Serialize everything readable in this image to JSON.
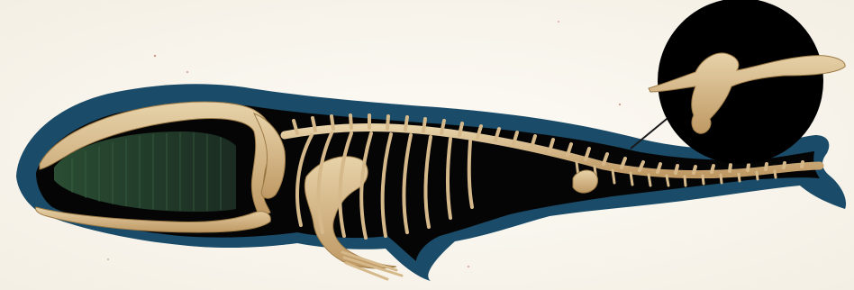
{
  "image": {
    "subject": "whale-skeleton-illustration",
    "colors": {
      "paper": "#fbf9f3",
      "body_outer": "#1a4b68",
      "body_inner": "#050505",
      "bone": "#d6b98b",
      "bone_shadow": "#9c7a46",
      "baleen": "#26422d",
      "inset_circle": "#000000"
    },
    "icons": [
      "whale-skeleton",
      "pelvic-bone-detail"
    ]
  }
}
